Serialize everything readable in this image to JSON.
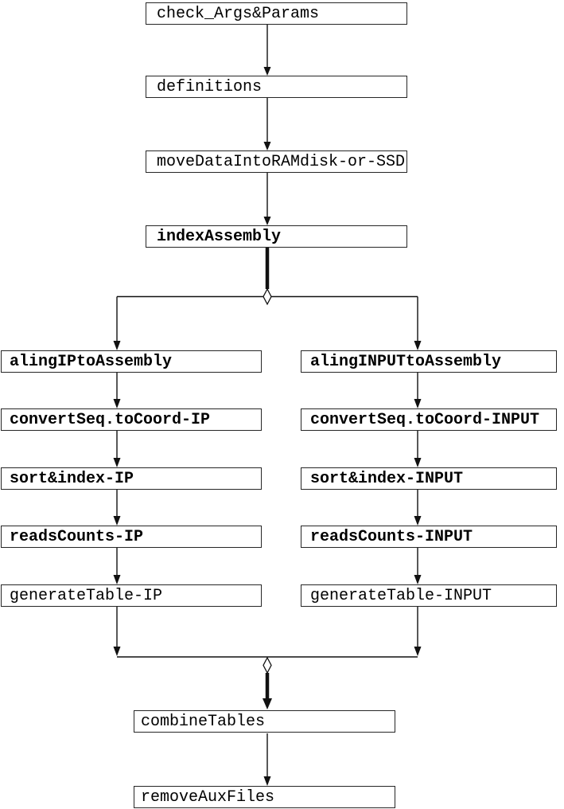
{
  "diagram": {
    "type": "flowchart",
    "colors": {
      "background": "#ffffff",
      "line": "#111111",
      "box_border": "#262626",
      "text": "#000000"
    },
    "nodes": {
      "check_args_params": {
        "label": "check_Args&Params"
      },
      "definitions": {
        "label": "definitions"
      },
      "move_data": {
        "label": "moveDataIntoRAMdisk-or-SSD"
      },
      "index_assembly": {
        "label": "indexAssembly"
      },
      "aling_ip": {
        "label": "alingIPtoAssembly"
      },
      "convert_ip": {
        "label": "convertSeq.toCoord-IP"
      },
      "sort_ip": {
        "label": "sort&index-IP"
      },
      "reads_ip": {
        "label": "readsCounts-IP"
      },
      "generate_ip": {
        "label": "generateTable-IP"
      },
      "aling_input": {
        "label": "alingINPUTtoAssembly"
      },
      "convert_input": {
        "label": "convertSeq.toCoord-INPUT"
      },
      "sort_input": {
        "label": "sort&index-INPUT"
      },
      "reads_input": {
        "label": "readsCounts-INPUT"
      },
      "generate_input": {
        "label": "generateTable-INPUT"
      },
      "combine_tables": {
        "label": "combineTables"
      },
      "remove_aux_files": {
        "label": "removeAuxFiles"
      }
    },
    "edges": [
      {
        "from": "check_Args&Params",
        "to": "definitions"
      },
      {
        "from": "definitions",
        "to": "moveDataIntoRAMdisk-or-SSD"
      },
      {
        "from": "moveDataIntoRAMdisk-or-SSD",
        "to": "indexAssembly"
      },
      {
        "from": "indexAssembly",
        "to": "alingIPtoAssembly"
      },
      {
        "from": "indexAssembly",
        "to": "alingINPUTtoAssembly"
      },
      {
        "from": "alingIPtoAssembly",
        "to": "convertSeq.toCoord-IP"
      },
      {
        "from": "convertSeq.toCoord-IP",
        "to": "sort&index-IP"
      },
      {
        "from": "sort&index-IP",
        "to": "readsCounts-IP"
      },
      {
        "from": "readsCounts-IP",
        "to": "generateTable-IP"
      },
      {
        "from": "alingINPUTtoAssembly",
        "to": "convertSeq.toCoord-INPUT"
      },
      {
        "from": "convertSeq.toCoord-INPUT",
        "to": "sort&index-INPUT"
      },
      {
        "from": "sort&index-INPUT",
        "to": "readsCounts-INPUT"
      },
      {
        "from": "readsCounts-INPUT",
        "to": "generateTable-INPUT"
      },
      {
        "from": "generateTable-IP",
        "to": "combineTables"
      },
      {
        "from": "generateTable-INPUT",
        "to": "combineTables"
      },
      {
        "from": "combineTables",
        "to": "removeAuxFiles"
      }
    ]
  }
}
